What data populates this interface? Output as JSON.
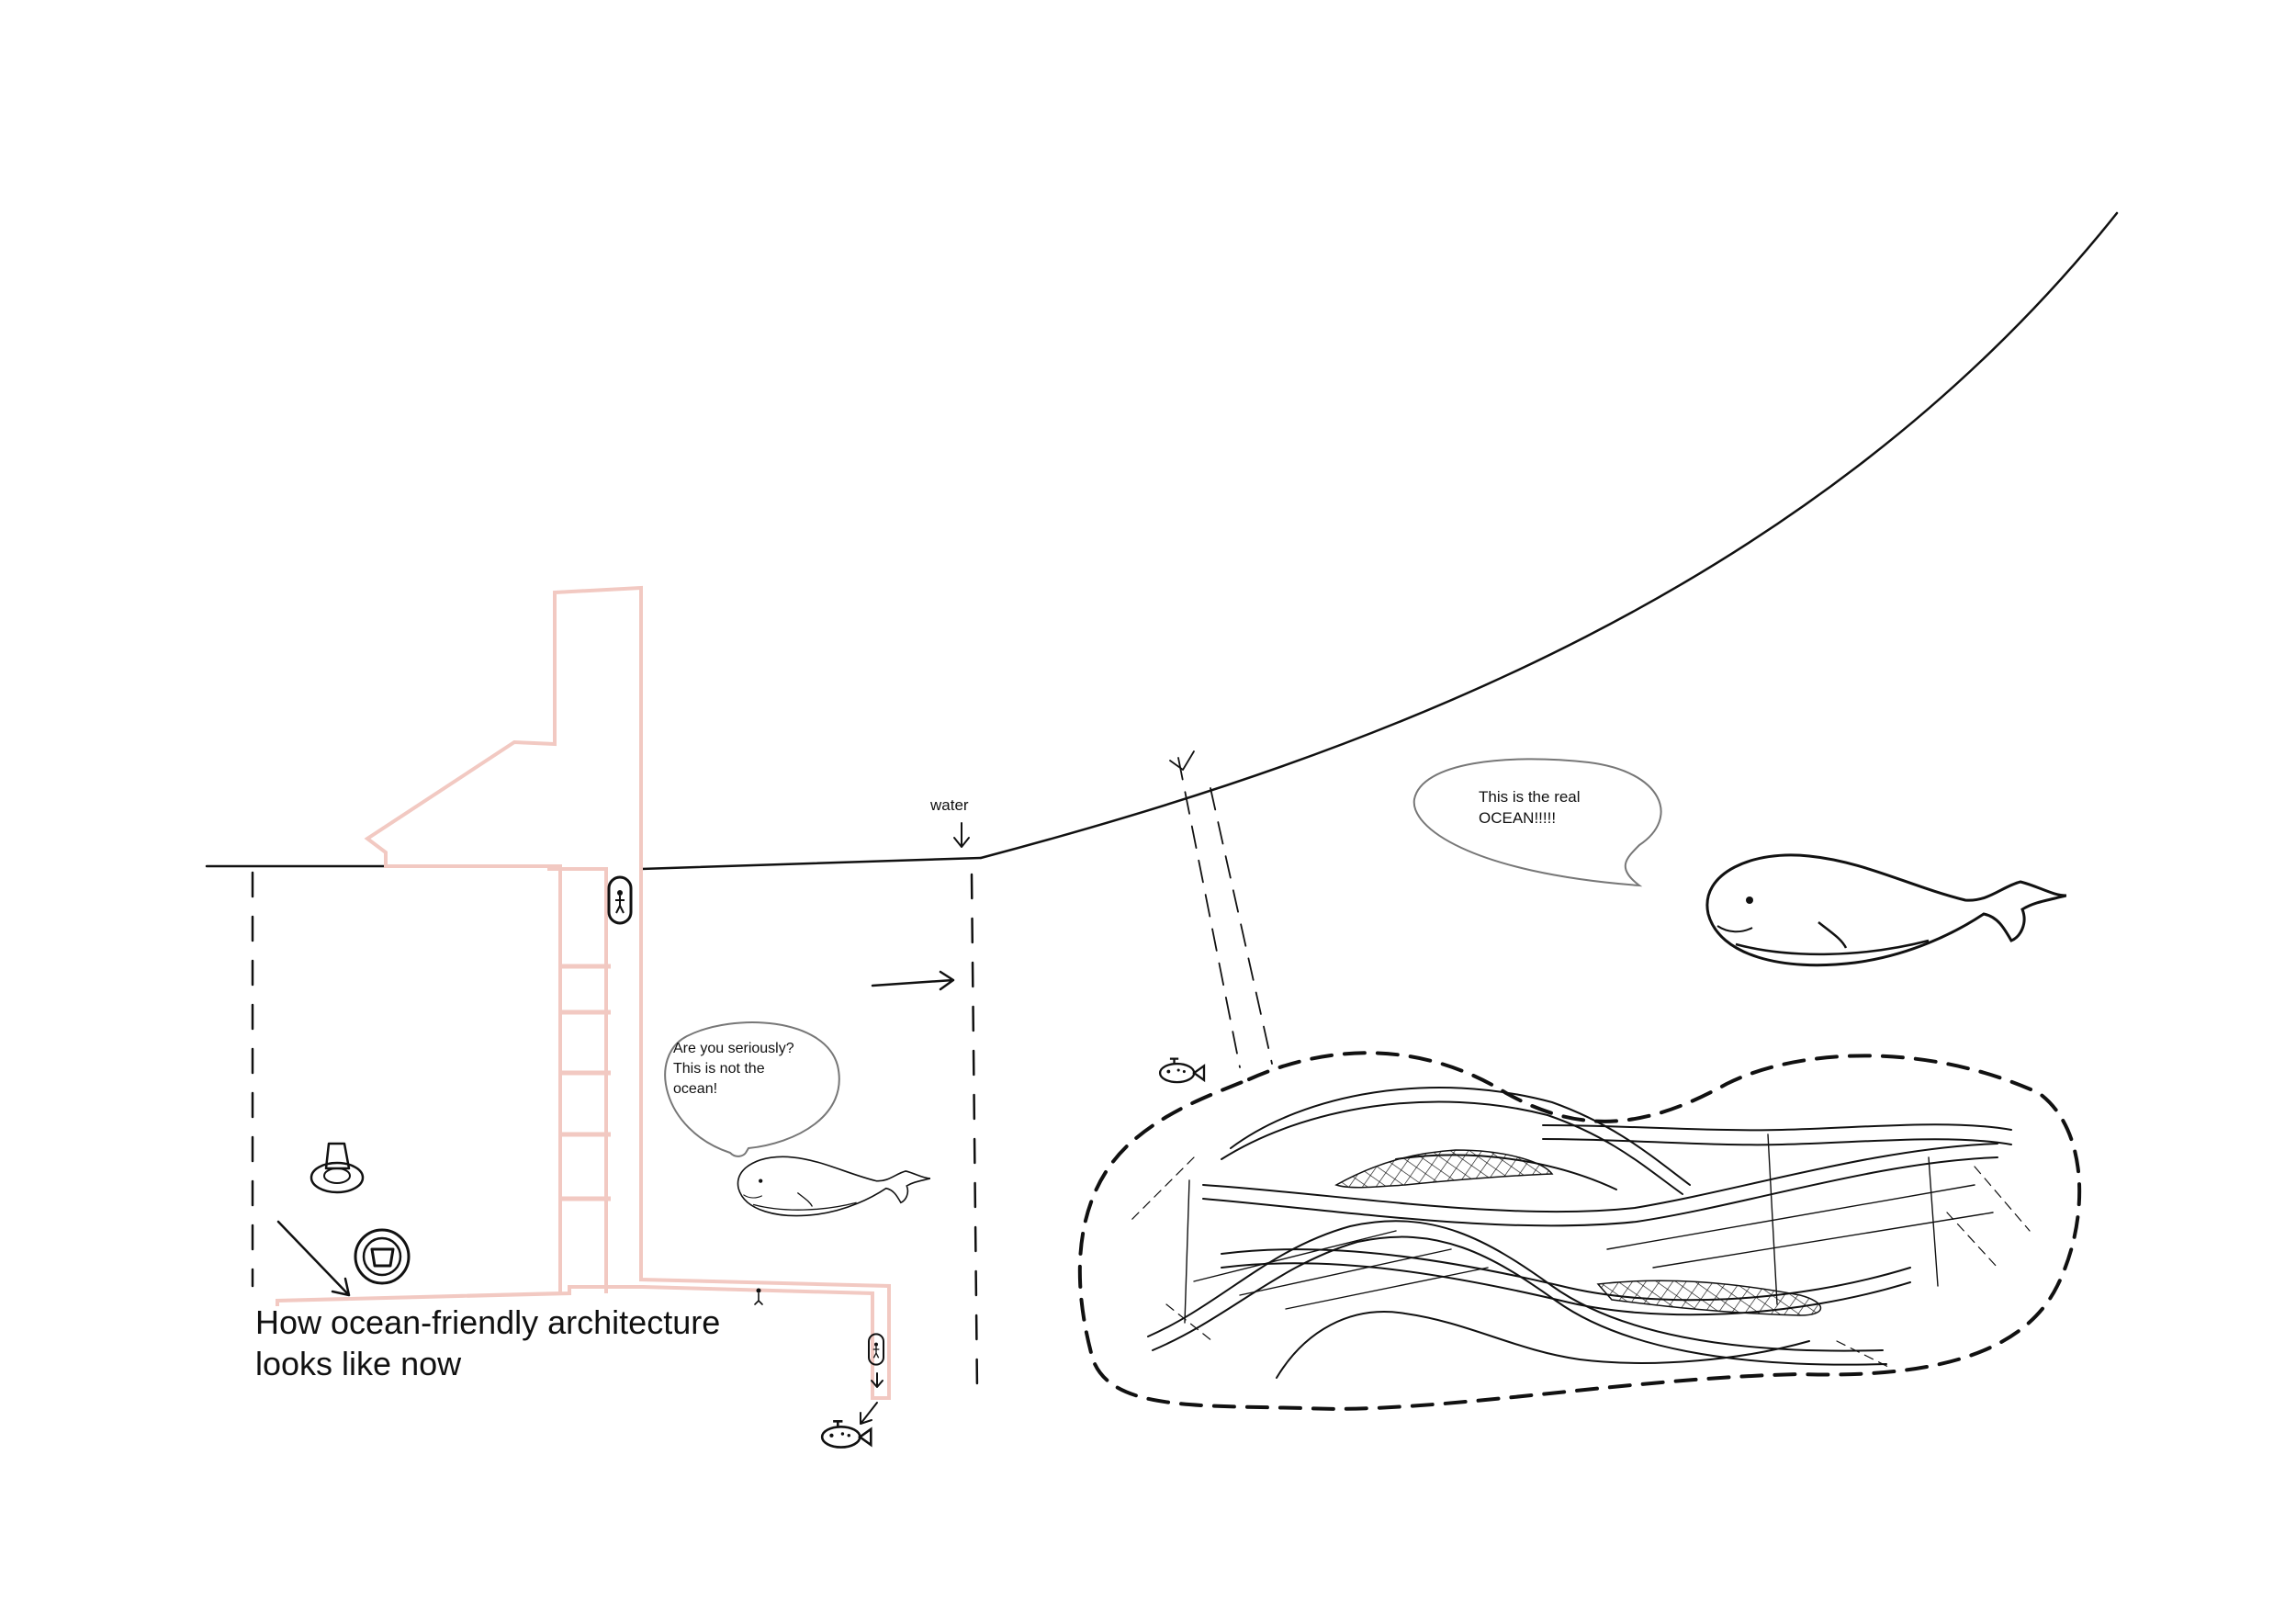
{
  "labels": {
    "water": "water",
    "caption_line1": "How ocean-friendly architecture",
    "caption_line2": "looks like now"
  },
  "bubbles": {
    "small_whale_lines": [
      "Are you seriously?",
      "This is not the",
      "ocean!"
    ],
    "big_whale_lines": [
      "This is the real",
      "OCEAN!!!!!"
    ]
  },
  "icons": [
    "fish-submarine-icon",
    "whale-icon",
    "person-in-capsule-icon",
    "toilet-icon",
    "manhole-icon",
    "arrow-icon"
  ],
  "colors": {
    "ink": "#111111",
    "building_outline": "#f2c9c2",
    "bubble_outline": "#777777",
    "background": "#ffffff"
  }
}
